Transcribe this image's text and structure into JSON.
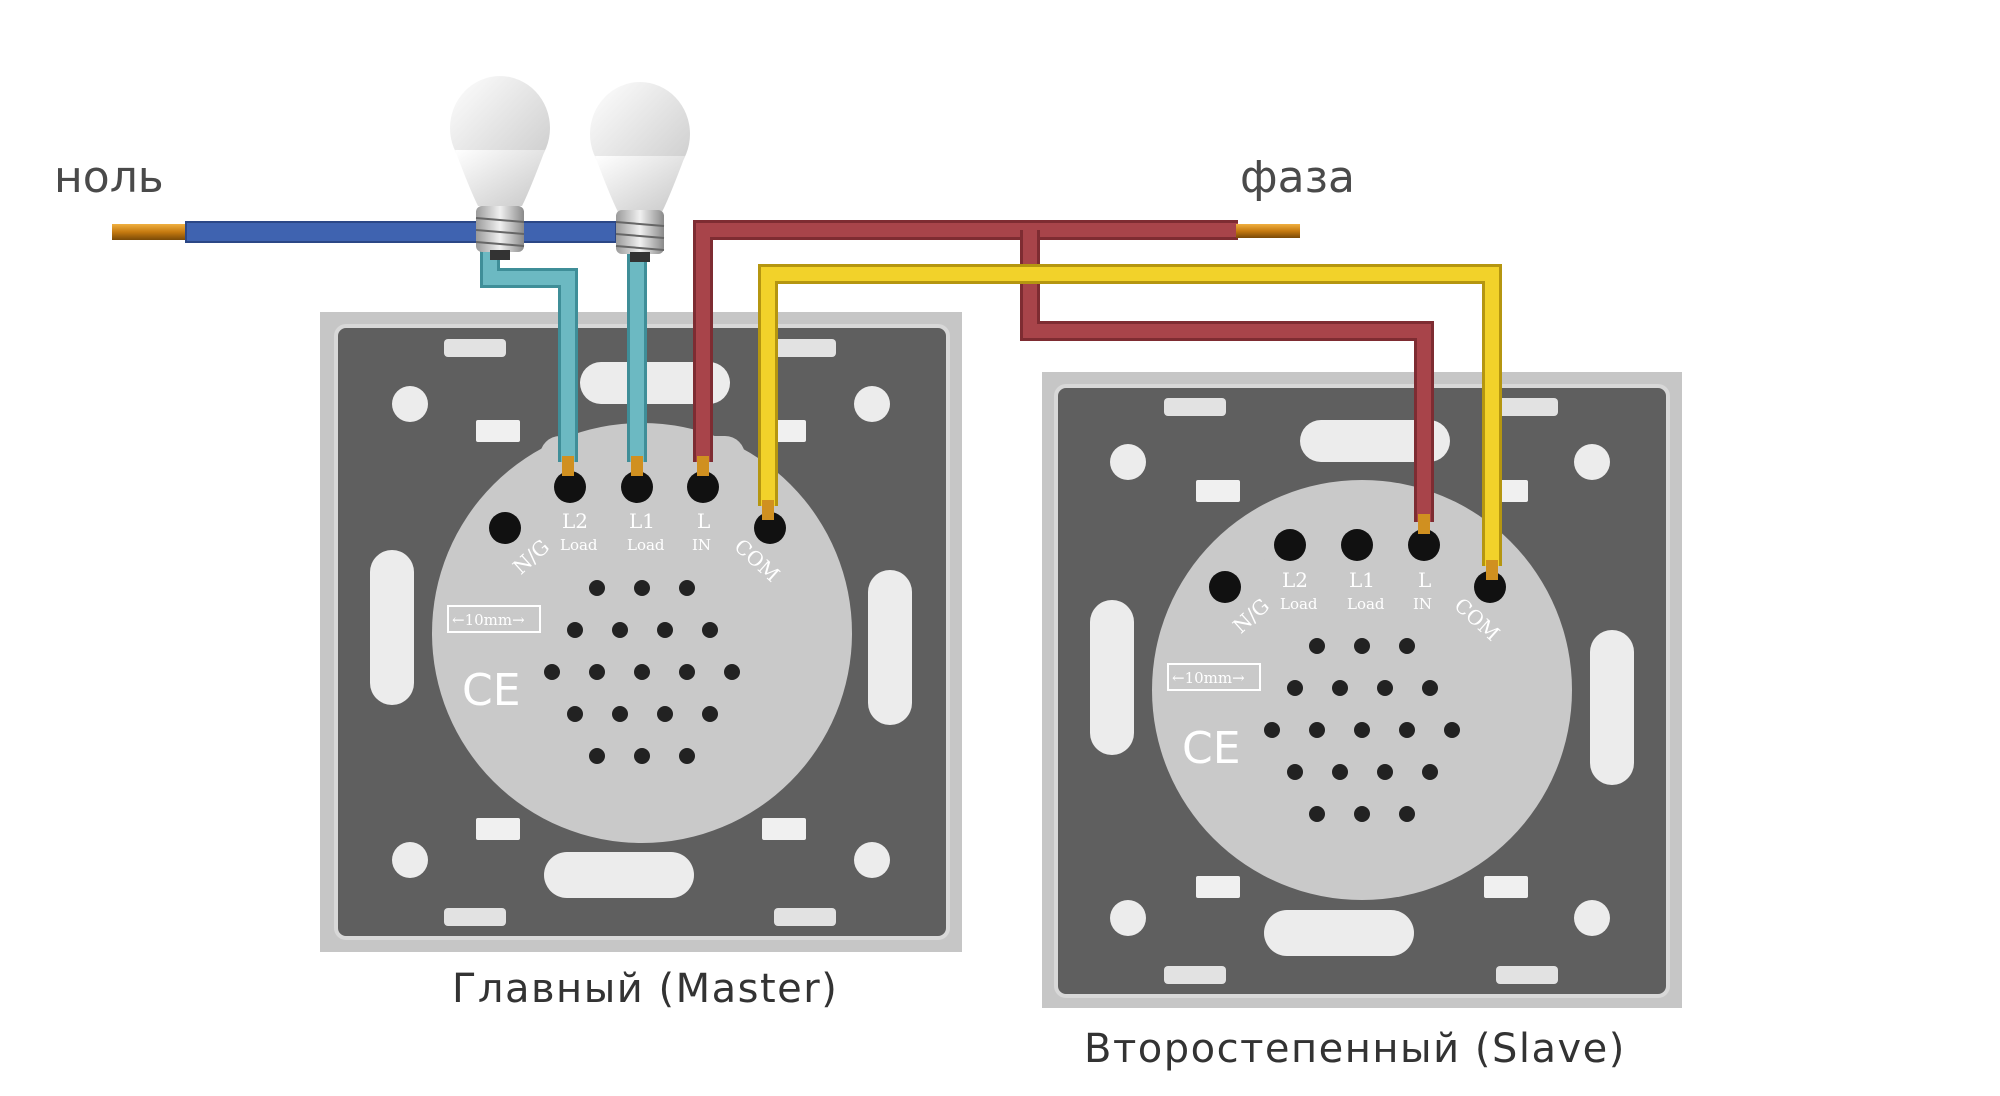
{
  "labels": {
    "neutral": "ноль",
    "phase": "фаза",
    "master": "Главный (Master)",
    "slave": "Второстепенный (Slave)"
  },
  "terminals": {
    "ng": "N/G",
    "l2": "L2",
    "l1": "L1",
    "l": "L",
    "load": "Load",
    "in": "IN",
    "com": "COM",
    "measure": "←10mm→",
    "ce": "CE"
  },
  "colors": {
    "neutral_wire": "#3f63b0",
    "load_wire": "#6cb9c2",
    "phase_wire": "#a8444a",
    "com_wire": "#f2d22a",
    "plate": "#5f5f5f",
    "module": "#c9c9c9"
  }
}
